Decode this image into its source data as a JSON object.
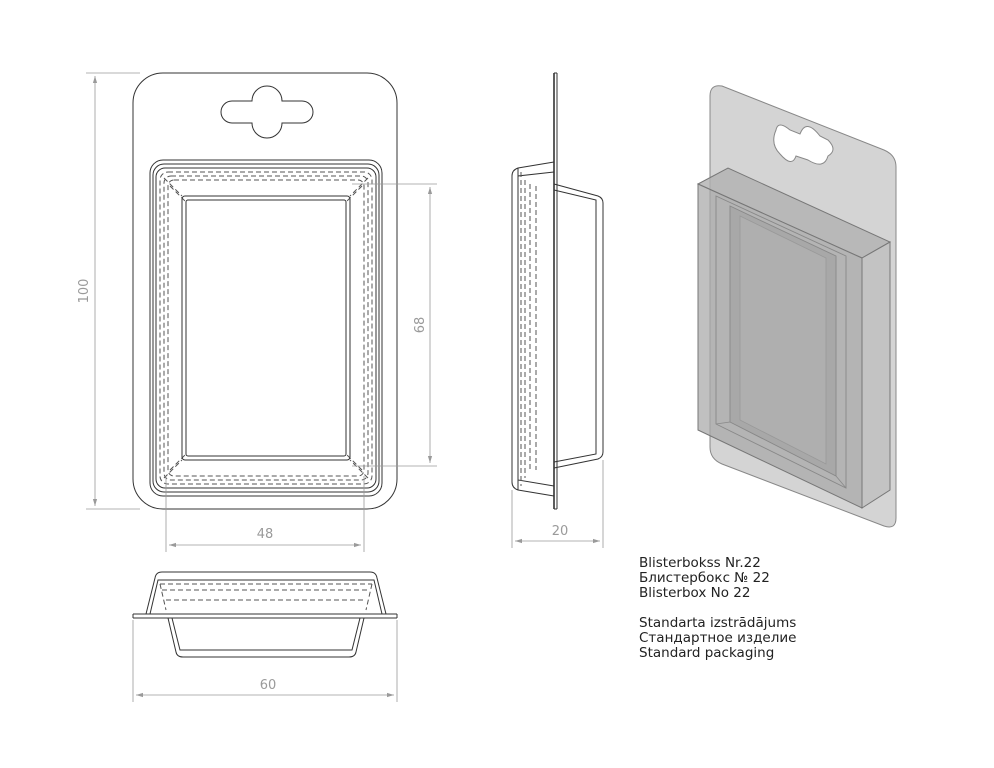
{
  "dimensions": {
    "height_total": "100",
    "height_inner": "68",
    "width_inner": "48",
    "width_total": "60",
    "depth": "20"
  },
  "info": {
    "name_lv": "Blisterbokss Nr.22",
    "name_ru": "Блистербокс № 22",
    "name_en": "Blisterbox No 22",
    "type_lv": "Standarta izstrādājums",
    "type_ru": "Стандартное изделие",
    "type_en": "Standard packaging"
  }
}
